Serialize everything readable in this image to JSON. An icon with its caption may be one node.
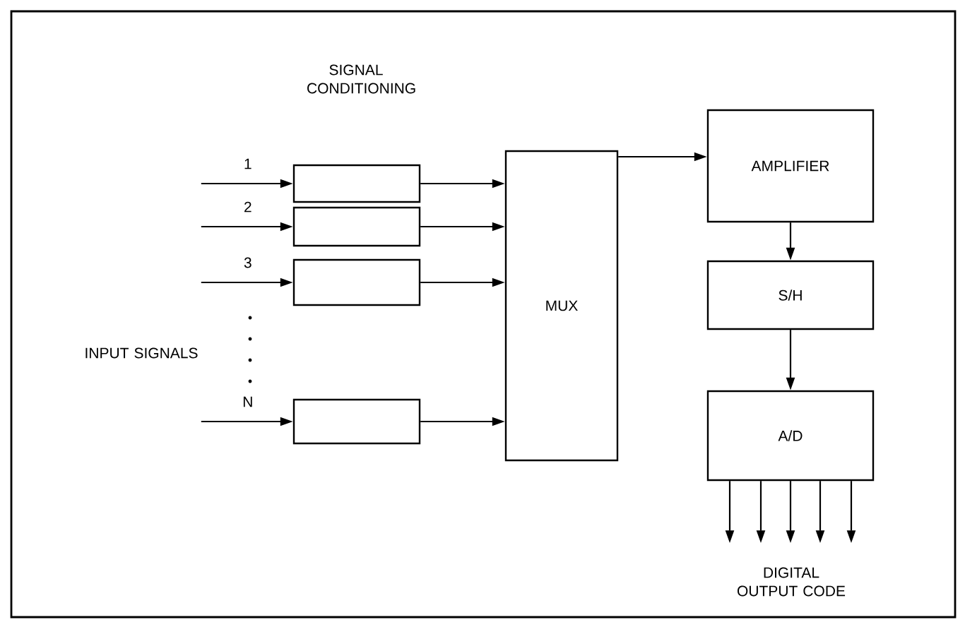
{
  "diagram": {
    "nodes": [
      {
        "text": [],
        "shape": "box"
      },
      {
        "text": [],
        "shape": "box"
      },
      {
        "text": [],
        "shape": "box"
      },
      {
        "text": [],
        "shape": "box"
      },
      {
        "text": [
          "MUX"
        ]
      },
      {
        "text": [
          "AMPLIFIER"
        ]
      },
      {
        "text": [
          "S/H"
        ]
      },
      {
        "text": [
          "A/D"
        ]
      }
    ],
    "edges": [
      {
        "from": null,
        "to": 0,
        "arrow": "to",
        "label": "1"
      },
      {
        "from": null,
        "to": 1,
        "arrow": "to",
        "label": "2"
      },
      {
        "from": null,
        "to": 2,
        "arrow": "to",
        "label": "3"
      },
      {
        "from": null,
        "to": 3,
        "arrow": "to",
        "label": "N"
      },
      {
        "from": 0,
        "to": 4,
        "arrow": "to"
      },
      {
        "from": 1,
        "to": 4,
        "arrow": "to"
      },
      {
        "from": 2,
        "to": 4,
        "arrow": "to"
      },
      {
        "from": 3,
        "to": 4,
        "arrow": "to"
      },
      {
        "from": 4,
        "to": 5,
        "arrow": "to"
      },
      {
        "from": 5,
        "to": 6,
        "arrow": "to"
      },
      {
        "from": 6,
        "to": 7,
        "arrow": "to"
      },
      {
        "from": 7,
        "to": null,
        "arrow": "to"
      },
      {
        "from": 7,
        "to": null,
        "arrow": "to"
      },
      {
        "from": 7,
        "to": null,
        "arrow": "to"
      },
      {
        "from": 7,
        "to": null,
        "arrow": "to"
      },
      {
        "from": 7,
        "to": null,
        "arrow": "to"
      }
    ],
    "labels": [
      "SIGNAL CONDITIONING",
      "INPUT SIGNALS",
      "DIGITAL OUTPUT CODE"
    ]
  }
}
